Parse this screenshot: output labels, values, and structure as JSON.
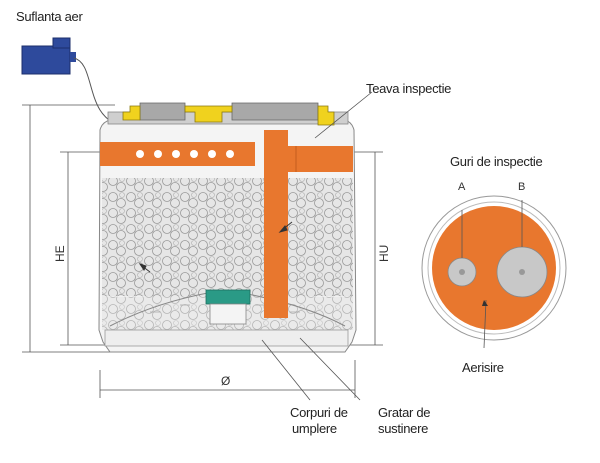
{
  "labels": {
    "blower": "Suflanta aer",
    "inspection_pipe": "Teava inspectie",
    "inspection_holes": "Guri de inspectie",
    "hole_a": "A",
    "hole_b": "B",
    "aeration": "Aerisire",
    "fill_bodies_line1": "Corpuri de",
    "fill_bodies_line2": "umplere",
    "grate_line1": "Gratar de",
    "grate_line2": "sustinere",
    "dim_he": "HE",
    "dim_hu": "HU",
    "dim_diameter": "Ø"
  },
  "colors": {
    "tank_orange": "#e8772e",
    "blower_blue": "#2e4a9c",
    "lid_yellow": "#f0d21e",
    "lid_grey": "#a8a8a8",
    "media_grey": "#d9d9d9",
    "valve_green": "#2a9a86"
  }
}
